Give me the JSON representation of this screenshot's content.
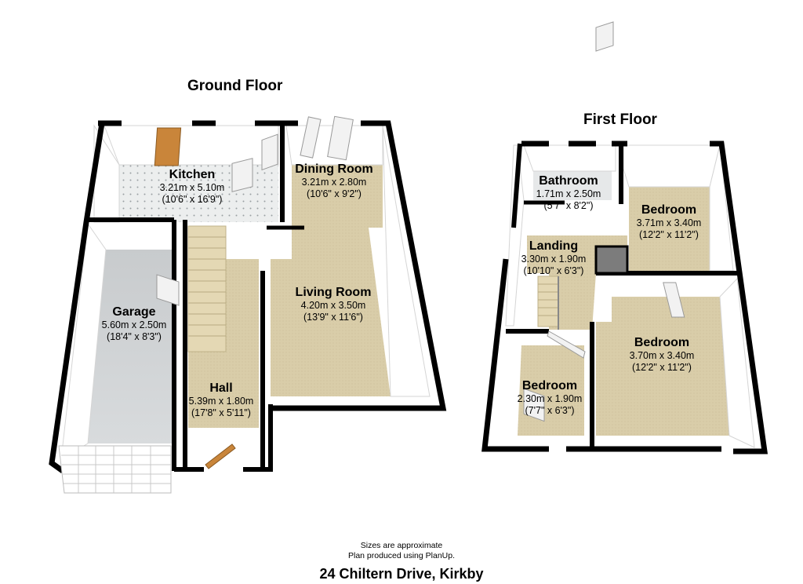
{
  "floors": [
    {
      "name": "Ground Floor",
      "rooms": [
        {
          "name": "Kitchen",
          "metric": "3.21m x 5.10m",
          "imperial": "(10'6\" x 16'9\")"
        },
        {
          "name": "Dining Room",
          "metric": "3.21m x 2.80m",
          "imperial": "(10'6\" x 9'2\")"
        },
        {
          "name": "Garage",
          "metric": "5.60m x 2.50m",
          "imperial": "(18'4\" x 8'3\")"
        },
        {
          "name": "Living Room",
          "metric": "4.20m x 3.50m",
          "imperial": "(13'9\" x 11'6\")"
        },
        {
          "name": "Hall",
          "metric": "5.39m x 1.80m",
          "imperial": "(17'8\" x 5'11\")"
        }
      ]
    },
    {
      "name": "First Floor",
      "rooms": [
        {
          "name": "Bathroom",
          "metric": "1.71m x 2.50m",
          "imperial": "(5'7\" x 8'2\")"
        },
        {
          "name": "Bedroom",
          "metric": "3.71m x 3.40m",
          "imperial": "(12'2\" x 11'2\")"
        },
        {
          "name": "Landing",
          "metric": "3.30m x 1.90m",
          "imperial": "(10'10\" x 6'3\")"
        },
        {
          "name": "Bedroom",
          "metric": "3.70m x 3.40m",
          "imperial": "(12'2\" x 11'2\")"
        },
        {
          "name": "Bedroom",
          "metric": "2.30m x 1.90m",
          "imperial": "(7'7\" x 6'3\")"
        }
      ]
    }
  ],
  "footer": {
    "note_line1": "Sizes are approximate",
    "note_line2": "Plan produced using PlanUp.",
    "address": "24 Chiltern Drive, Kirkby"
  },
  "colors": {
    "wall": "#000000",
    "wall_inner": "#ffffff",
    "carpet": "#d8cca8",
    "kitchen_floor": "#e9ebeb",
    "garage_floor": "#cfd2d4",
    "stairs": "#e2d6b2",
    "door": "#c9853a"
  }
}
